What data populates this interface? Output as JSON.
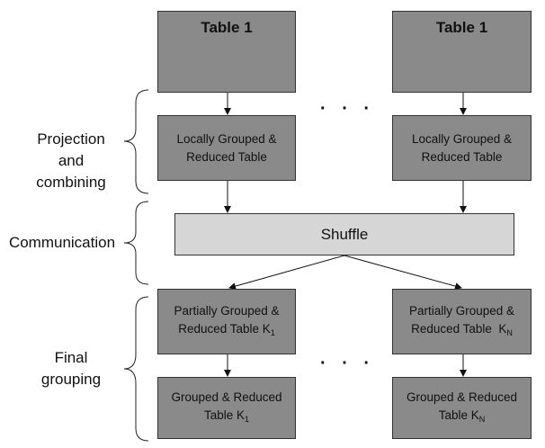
{
  "tables": [
    {
      "title": "Table 1"
    },
    {
      "title": "Table 1"
    }
  ],
  "stages": {
    "projection": [
      "Projection",
      "and",
      "combining"
    ],
    "communication": "Communication",
    "final": [
      "Final",
      "grouping"
    ]
  },
  "locally_reduced": [
    "Locally Grouped &",
    "Reduced Table"
  ],
  "shuffle": "Shuffle",
  "partial": [
    {
      "line1": "Partially Grouped &",
      "line2": "Reduced Table K",
      "sub": "1"
    },
    {
      "line1": "Partially Grouped &",
      "line2": "Reduced Table  K",
      "sub": "N"
    }
  ],
  "final_tables": [
    {
      "line1": "Grouped & Reduced",
      "line2": "Table K",
      "sub": "1"
    },
    {
      "line1": "Grouped & Reduced",
      "line2": "Table K",
      "sub": "N"
    }
  ],
  "ellipsis": "· · ·",
  "colors": {
    "dark_box": "#8a8a8a",
    "light_box": "#d6d6d6",
    "stroke": "#333333"
  }
}
